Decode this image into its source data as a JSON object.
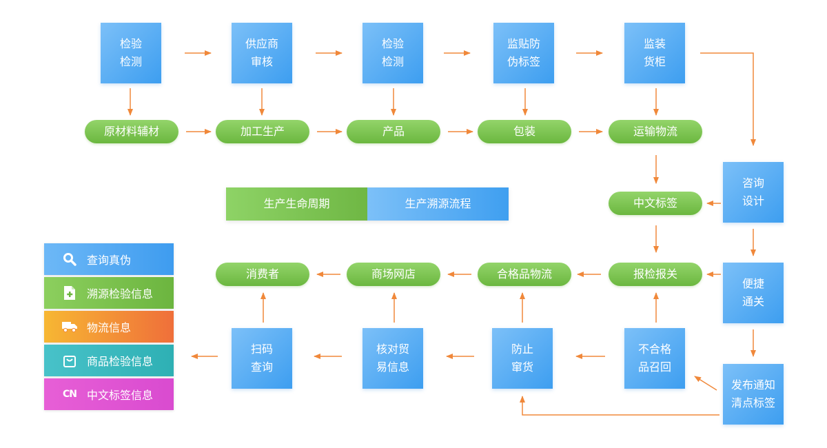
{
  "boxes": {
    "inspect1": [
      "检验",
      "检测"
    ],
    "supplier_audit": [
      "供应商",
      "审核"
    ],
    "inspect2": [
      "检验",
      "检测"
    ],
    "anti_counterfeit": [
      "监贴防",
      "伪标签"
    ],
    "container": [
      "监装",
      "货柜"
    ],
    "consult": [
      "咨询",
      "设计"
    ],
    "customs": [
      "便捷",
      "通关"
    ],
    "notice": [
      "发布通知",
      "清点标签"
    ],
    "recall": [
      "不合格",
      "品召回"
    ],
    "prevent": [
      "防止",
      "窜货"
    ],
    "trade_check": [
      "核对贸",
      "易信息"
    ],
    "scan": [
      "扫码",
      "查询"
    ]
  },
  "pills": {
    "raw_material": "原材料辅材",
    "processing": "加工生产",
    "product": "产品",
    "packaging": "包装",
    "transport": "运输物流",
    "cn_label": "中文标签",
    "declare": "报检报关",
    "qualified_logistics": "合格品物流",
    "mall": "商场网店",
    "consumer": "消费者"
  },
  "toggle": {
    "lifecycle": "生产生命周期",
    "trace": "生产溯源流程"
  },
  "legend": {
    "items": [
      {
        "label": "查询真伪",
        "icon": "search-icon",
        "color": "#4aa6f2"
      },
      {
        "label": "溯源检验信息",
        "icon": "document-plus-icon",
        "color": "#7cc24e"
      },
      {
        "label": "物流信息",
        "icon": "truck-icon",
        "color": "#f4953a"
      },
      {
        "label": "商品检验信息",
        "icon": "shopping-bag-icon",
        "color": "#3dbac0"
      },
      {
        "label": "中文标签信息",
        "icon": "cn-icon",
        "icon_text": "CN",
        "color": "#df56d4"
      }
    ]
  },
  "colors": {
    "arrow": "#f0883a",
    "box_blue": "#4aa6f2",
    "pill_green": "#7cc24e"
  }
}
